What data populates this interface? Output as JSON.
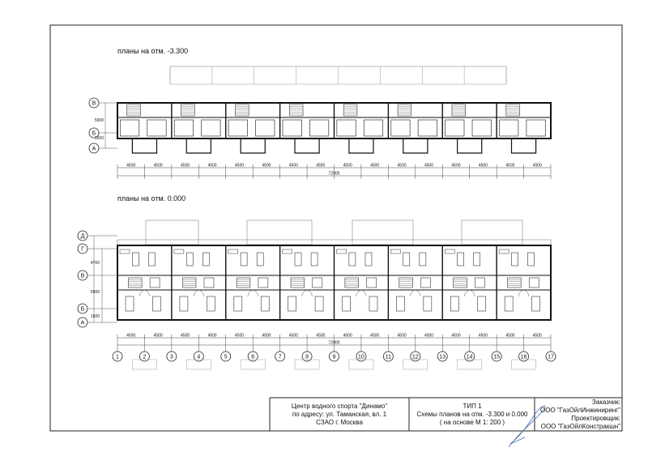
{
  "plans": {
    "plan1_title": "планы на отм. -3.300",
    "plan2_title": "планы на отм. 0.000",
    "plan1_axes": [
      "В",
      "Б",
      "А"
    ],
    "plan1_axis_dims": [
      "5900",
      "1500"
    ],
    "plan2_axes": [
      "Д",
      "Г",
      "В",
      "Б",
      "А"
    ],
    "plan2_axis_dims": [
      "4700",
      "5900",
      "1500"
    ],
    "span_dim": "4500",
    "total_dim": "72900",
    "column_axes": [
      "1",
      "2",
      "3",
      "4",
      "5",
      "6",
      "7",
      "8",
      "9",
      "10",
      "11",
      "12",
      "13",
      "14",
      "15",
      "16",
      "17"
    ]
  },
  "title_block": {
    "project_line1": "Центр водного спорта \"Динамо\"",
    "project_line2": "по адресу: ул. Таманская, вл. 1",
    "project_line3": "СЗАО г. Москва",
    "sheet_line1": "ТИП 1",
    "sheet_line2": "Схемы планов на отм. -3.300 и 0.000",
    "sheet_line3": "( на основе М 1: 200 )",
    "client_label": "Заказчик:",
    "client_name": "ООО \"ГазОйлИнжиниринг\"",
    "designer_label": "Проектировщик:",
    "designer_name": "ООО \"ГазОйлКонстракшн\""
  }
}
